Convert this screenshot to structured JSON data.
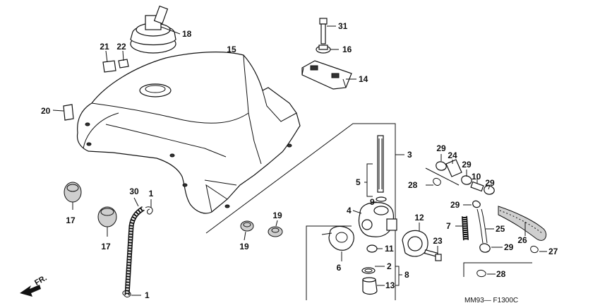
{
  "diagram": {
    "code": "MM93— F1300C",
    "direction": "FR.",
    "labels": {
      "l1a": "1",
      "l1b": "1",
      "l2": "2",
      "l3": "3",
      "l4": "4",
      "l5": "5",
      "l6": "6",
      "l7": "7",
      "l8": "8",
      "l9": "9",
      "l10": "10",
      "l11": "11",
      "l12": "12",
      "l13": "13",
      "l14": "14",
      "l15": "15",
      "l16": "16",
      "l17a": "17",
      "l17b": "17",
      "l18": "18",
      "l19a": "19",
      "l19b": "19",
      "l20": "20",
      "l21": "21",
      "l22": "22",
      "l23": "23",
      "l24": "24",
      "l25": "25",
      "l26": "26",
      "l27": "27",
      "l28a": "28",
      "l28b": "28",
      "l29a": "29",
      "l29b": "29",
      "l29c": "29",
      "l29d": "29",
      "l29e": "29",
      "l30": "30",
      "l31": "31"
    }
  }
}
